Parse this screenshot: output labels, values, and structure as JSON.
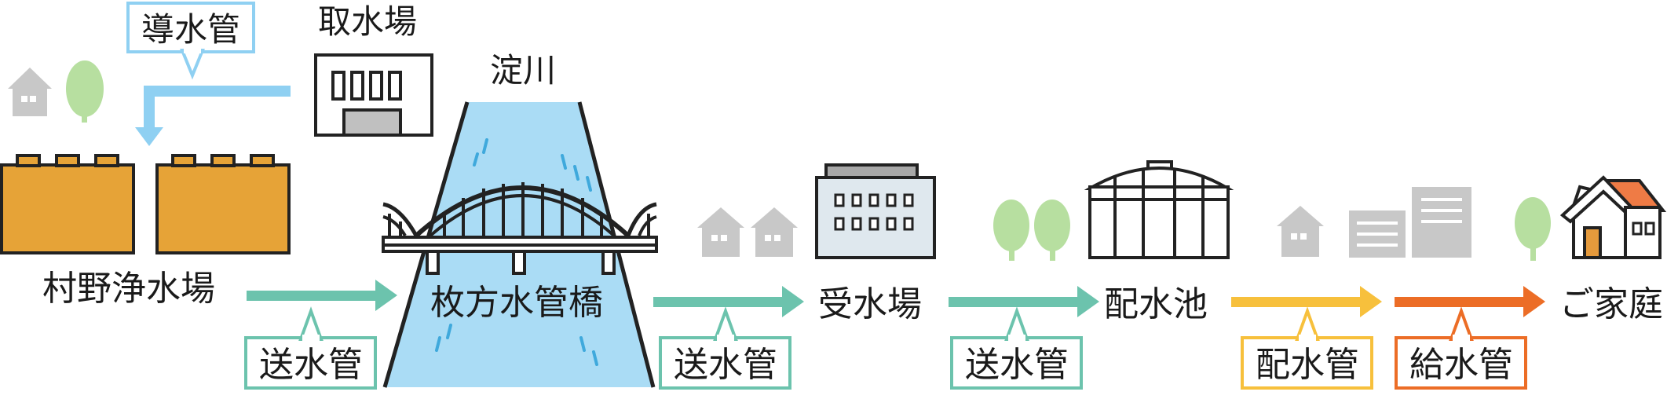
{
  "labels": {
    "intake": "取水場",
    "river": "淀川",
    "plant": "村野浄水場",
    "bridge": "枚方水管橋",
    "receiving": "受水場",
    "reservoir": "配水池",
    "home": "ご家庭"
  },
  "pipes": {
    "headrace": "導水管",
    "transmission_1": "送水管",
    "transmission_2": "送水管",
    "transmission_3": "送水管",
    "distribution": "配水管",
    "service": "給水管"
  },
  "colors": {
    "headrace": "#8fd0f2",
    "transmission": "#6cc3ad",
    "distribution": "#f7c03c",
    "service": "#ec6d26",
    "river": "#aadcf5",
    "plant_tank": "#e6a337",
    "gray_building": "#c8c8c8",
    "tree": "#b7dfa0",
    "roof": "#ef7b45",
    "door": "#e59a3c"
  }
}
